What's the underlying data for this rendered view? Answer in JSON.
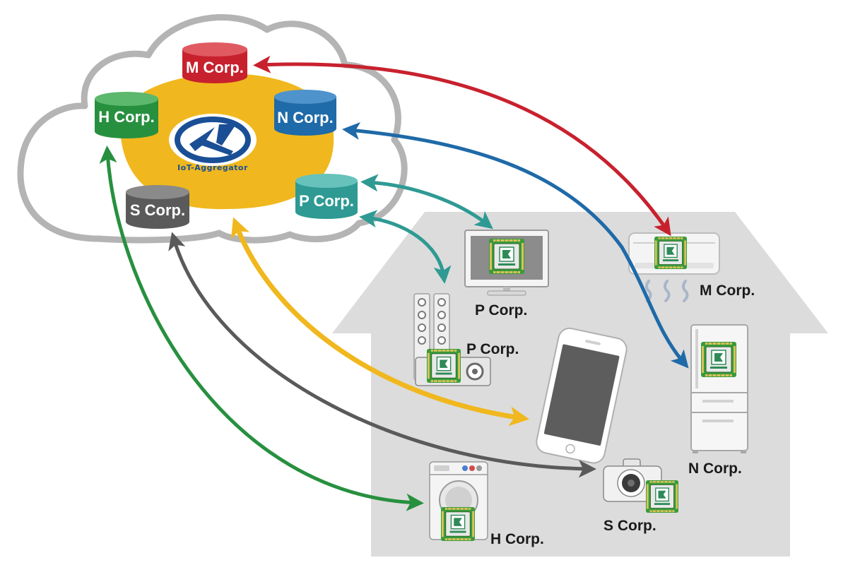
{
  "colors": {
    "cloud_outline": "#b4b4b4",
    "aggregator_blob": "#f0b81e",
    "house_fill": "#dcdcdc",
    "red": "#c8212e",
    "blue": "#1f6aa8",
    "teal": "#2e9a93",
    "green": "#27903f",
    "grey": "#5a5a5a",
    "yellow": "#f0b81e"
  },
  "aggregator": {
    "brand": "IoT-Aggregator"
  },
  "cloud_dbs": [
    {
      "id": "m",
      "label": "M Corp.",
      "color": "#c8212e"
    },
    {
      "id": "n",
      "label": "N Corp.",
      "color": "#1f6aa8"
    },
    {
      "id": "h",
      "label": "H Corp.",
      "color": "#27903f"
    },
    {
      "id": "p",
      "label": "P Corp.",
      "color": "#2e9a93"
    },
    {
      "id": "s",
      "label": "S Corp.",
      "color": "#5a5a5a"
    }
  ],
  "devices": {
    "air_conditioner": {
      "label": "M Corp.",
      "icon": "air-conditioner-icon"
    },
    "tv": {
      "label": "P Corp.",
      "icon": "tv-icon"
    },
    "speaker": {
      "label": "P Corp.",
      "icon": "speaker-icon"
    },
    "smartphone": {
      "icon": "smartphone-icon"
    },
    "fridge": {
      "label": "N Corp.",
      "icon": "refrigerator-icon"
    },
    "camera": {
      "label": "S Corp.",
      "icon": "camera-icon"
    },
    "washer": {
      "label": "H Corp.",
      "icon": "washing-machine-icon"
    }
  },
  "module_chip": {
    "icon": "iot-module-chip-icon"
  },
  "connections": [
    {
      "from": "M Corp.",
      "to": "air-conditioner",
      "color": "#c8212e"
    },
    {
      "from": "N Corp.",
      "to": "refrigerator",
      "color": "#1f6aa8"
    },
    {
      "from": "P Corp.",
      "to": "tv",
      "color": "#2e9a93"
    },
    {
      "from": "P Corp.",
      "to": "speaker",
      "color": "#2e9a93"
    },
    {
      "from": "aggregator",
      "to": "smartphone",
      "color": "#f0b81e"
    },
    {
      "from": "S Corp.",
      "to": "camera",
      "color": "#5a5a5a"
    },
    {
      "from": "H Corp.",
      "to": "washing-machine",
      "color": "#27903f"
    }
  ]
}
